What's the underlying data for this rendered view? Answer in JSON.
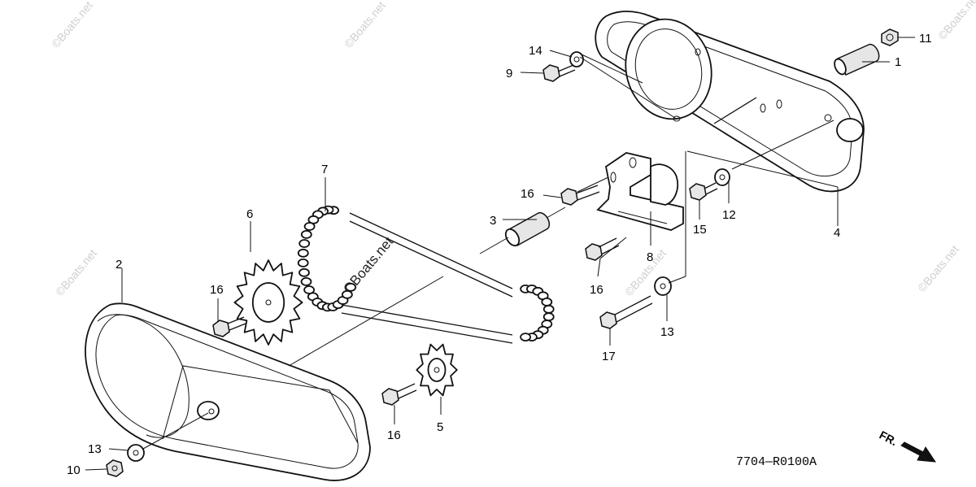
{
  "diagram": {
    "code": "7704—R0100A",
    "direction_label": "FR.",
    "watermark": "©Boats.net",
    "callouts": {
      "c1": "1",
      "c2": "2",
      "c3": "3",
      "c4": "4",
      "c5": "5",
      "c6": "6",
      "c7": "7",
      "c8": "8",
      "c9": "9",
      "c10": "10",
      "c11": "11",
      "c12": "12",
      "c13a": "13",
      "c13b": "13",
      "c14": "14",
      "c15": "15",
      "c16a": "16",
      "c16b": "16",
      "c16c": "16",
      "c16d": "16",
      "c17": "17"
    }
  }
}
